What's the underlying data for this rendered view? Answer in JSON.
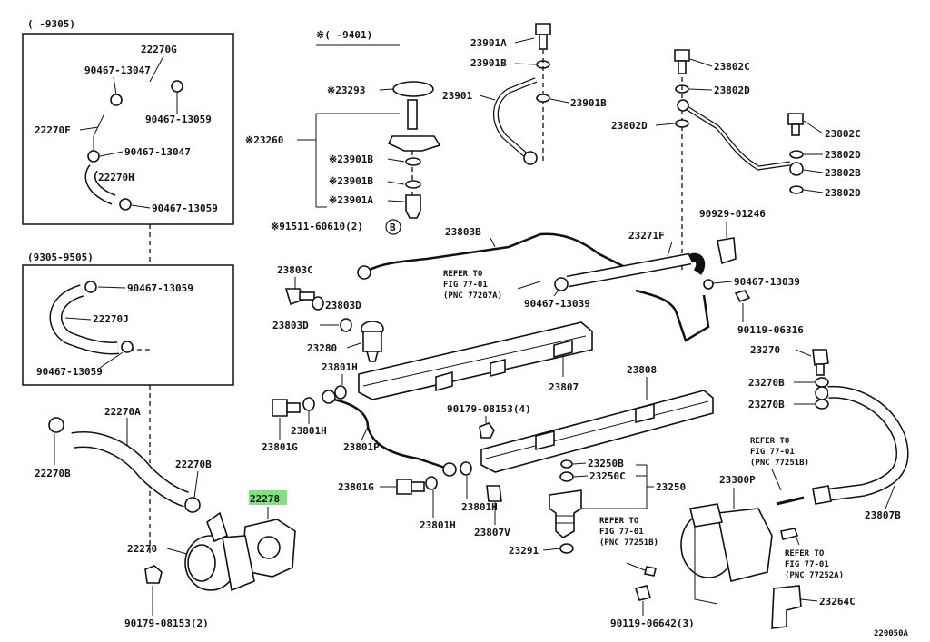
{
  "diagram_code": "220050A",
  "highlight_color": "#7ee27e",
  "line_color": "#111111",
  "boxes": [
    {
      "id": "box1",
      "caption": "(    -9305)"
    },
    {
      "id": "box2",
      "caption": "(9305-9505)"
    }
  ],
  "group_caption": "※(    -9401)",
  "callouts": {
    "c22270G": "22270G",
    "c9046713047a": "90467-13047",
    "c9046713059a": "90467-13059",
    "c22270F": "22270F",
    "c9046713047b": "90467-13047",
    "c22270H": "22270H",
    "c9046713059b": "90467-13059",
    "c9046713059c": "90467-13059",
    "c22270J": "22270J",
    "c9046713059d": "90467-13059",
    "c22270A": "22270A",
    "c22270B1": "22270B",
    "c22270B2": "22270B",
    "c22278": "22278",
    "c22270": "22270",
    "c9017908153a": "90179-08153(2)",
    "c23293": "※23293",
    "c23260": "※23260",
    "c23901Bx1": "※23901B",
    "c23901Bx2": "※23901B",
    "c23901Ax": "※23901A",
    "c9151160610": "※91511-60610(2)",
    "badgeB": "B",
    "c23901A": "23901A",
    "c23901B1": "23901B",
    "c23901": "23901",
    "c23901B2": "23901B",
    "c23802C1": "23802C",
    "c23802D1": "23802D",
    "c23802D2": "23802D",
    "c23802C2": "23802C",
    "c23802D3": "23802D",
    "c23802B": "23802B",
    "c23802D4": "23802D",
    "c23803B": "23803B",
    "c23271F": "23271F",
    "c9092901246": "90929-01246",
    "refer1a": "REFER TO",
    "refer1b": "FIG 77-01",
    "refer1c": "(PNC 77207A)",
    "c9046713039a": "90467-13039",
    "c9046713039b": "90467-13039",
    "c23803C": "23803C",
    "c23803D1": "23803D",
    "c23803D2": "23803D",
    "c9011906316": "90119-06316",
    "c23280": "23280",
    "c23270": "23270",
    "c23801H1": "23801H",
    "c23807": "23807",
    "c23808": "23808",
    "c23270B1": "23270B",
    "c23270B2": "23270B",
    "c9017908153b": "90179-08153(4)",
    "c23801H2": "23801H",
    "c23801G1": "23801G",
    "c23801P": "23801P",
    "refer2a": "REFER TO",
    "refer2b": "FIG 77-01",
    "refer2c": "(PNC 77251B)",
    "c23250B": "23250B",
    "c23250C": "23250C",
    "c23250": "23250",
    "c23300P": "23300P",
    "c23801G2": "23801G",
    "c23801H3": "23801H",
    "c23807B": "23807B",
    "c23801H4": "23801H",
    "c23807V": "23807V",
    "refer3a": "REFER TO",
    "refer3b": "FIG 77-01",
    "refer3c": "(PNC 77251B)",
    "refer4a": "REFER TO",
    "refer4b": "FIG 77-01",
    "refer4c": "(PNC 77252A)",
    "c23291": "23291",
    "c23264C": "23264C",
    "c9011906642": "90119-06642(3)"
  }
}
